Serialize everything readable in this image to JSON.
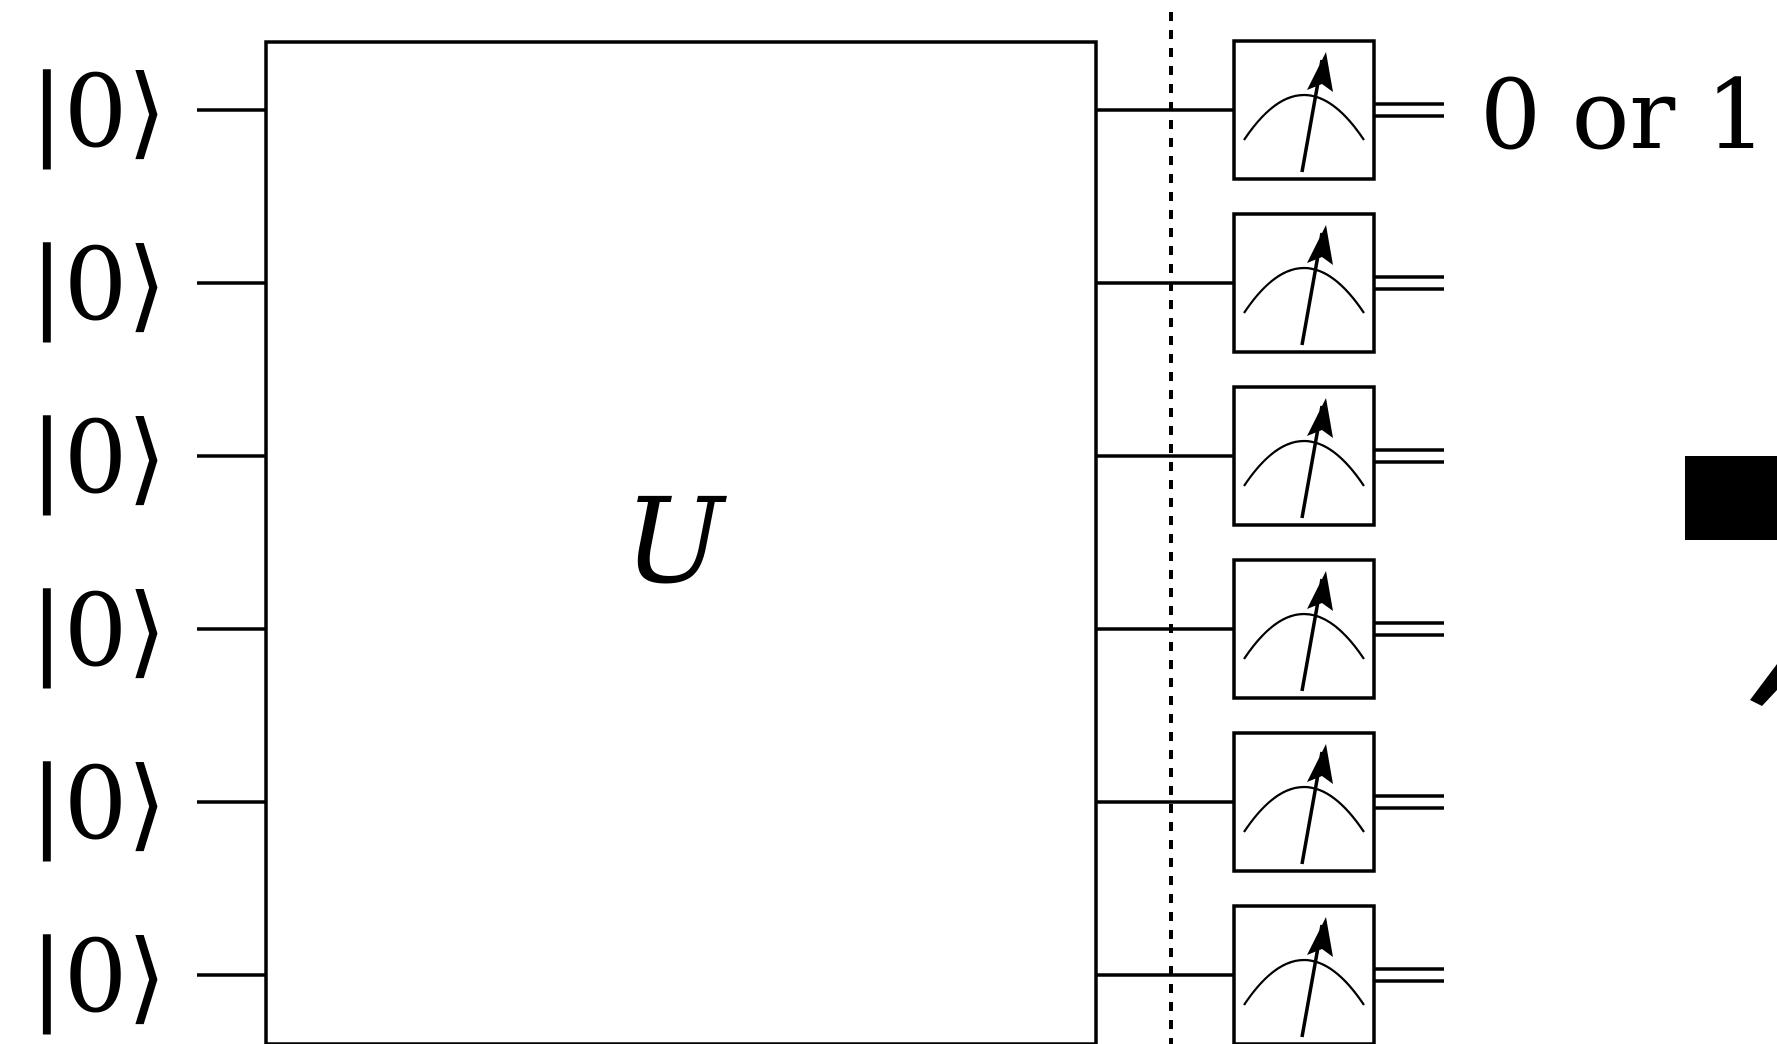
{
  "circuit": {
    "qubits": [
      {
        "initial_state": "|0⟩"
      },
      {
        "initial_state": "|0⟩"
      },
      {
        "initial_state": "|0⟩"
      },
      {
        "initial_state": "|0⟩"
      },
      {
        "initial_state": "|0⟩"
      },
      {
        "initial_state": "|0⟩"
      }
    ],
    "gate": {
      "label": "U"
    },
    "barrier": true,
    "measurements": 6,
    "output_label": "0 or 1"
  },
  "colors": {
    "ink": "#000000",
    "background": "#ffffff"
  }
}
